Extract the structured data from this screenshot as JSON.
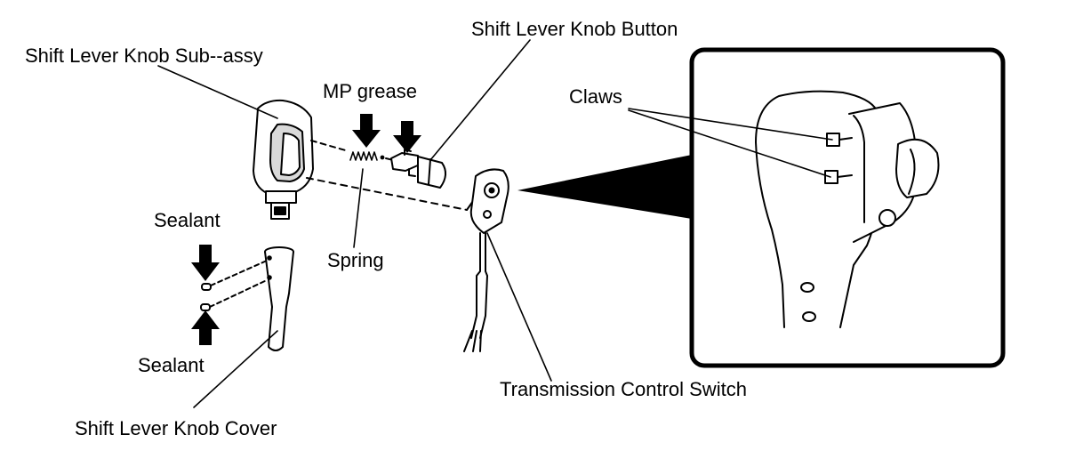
{
  "labels": {
    "knob_subassy": "Shift Lever Knob Sub--assy",
    "mp_grease": "MP grease",
    "knob_button": "Shift Lever Knob Button",
    "claws": "Claws",
    "sealant_top": "Sealant",
    "spring": "Spring",
    "sealant_bottom": "Sealant",
    "transmission_switch": "Transmission Control Switch",
    "knob_cover": "Shift Lever Knob Cover"
  },
  "colors": {
    "ink": "#000000",
    "paper": "#ffffff",
    "shade": "#d9d9d9"
  }
}
